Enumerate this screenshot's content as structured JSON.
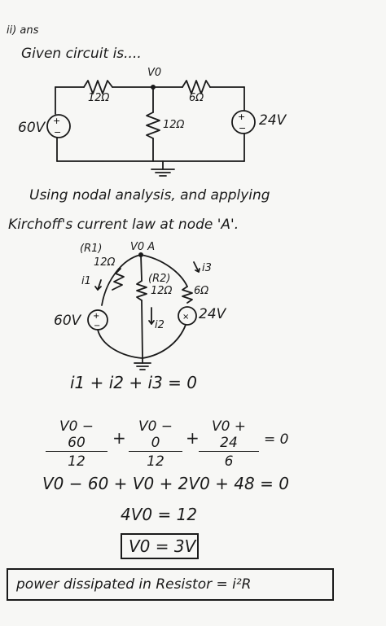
{
  "header": {
    "tag": "ii) ans",
    "given": "Given circuit is...."
  },
  "circuit1": {
    "node_label": "V0",
    "r_left": "12Ω",
    "r_mid": "12Ω",
    "r_right": "6Ω",
    "src_left": "60V",
    "src_right": "24V"
  },
  "text": {
    "line1": "Using nodal analysis, and applying",
    "line2": "Kirchoff's current law at node 'A'."
  },
  "circuit2": {
    "node_label": "V0 A",
    "r1_tag": "(R1)",
    "r1_val": "12Ω",
    "r2_tag": "(R2)",
    "r2_val": "12Ω",
    "r3_val": "6Ω",
    "i1": "i1",
    "i2": "i2",
    "i3": "i3",
    "src_left": "60V",
    "src_right": "24V"
  },
  "equations": {
    "kcl": "i1 + i2 + i3 = 0",
    "f1_num": "V0 − 60",
    "f1_den": "12",
    "plus1": "+",
    "f2_num": "V0 − 0",
    "f2_den": "12",
    "plus2": "+",
    "f3_num": "V0 + 24",
    "f3_den": "6",
    "eq_zero": "= 0",
    "expand": "V0 − 60 + V0 + 2V0 + 48 = 0",
    "simplify": "4V0 = 12",
    "answer": "V0 = 3V"
  },
  "footer": {
    "power": "power dissipated in  Resistor  = i²R"
  }
}
